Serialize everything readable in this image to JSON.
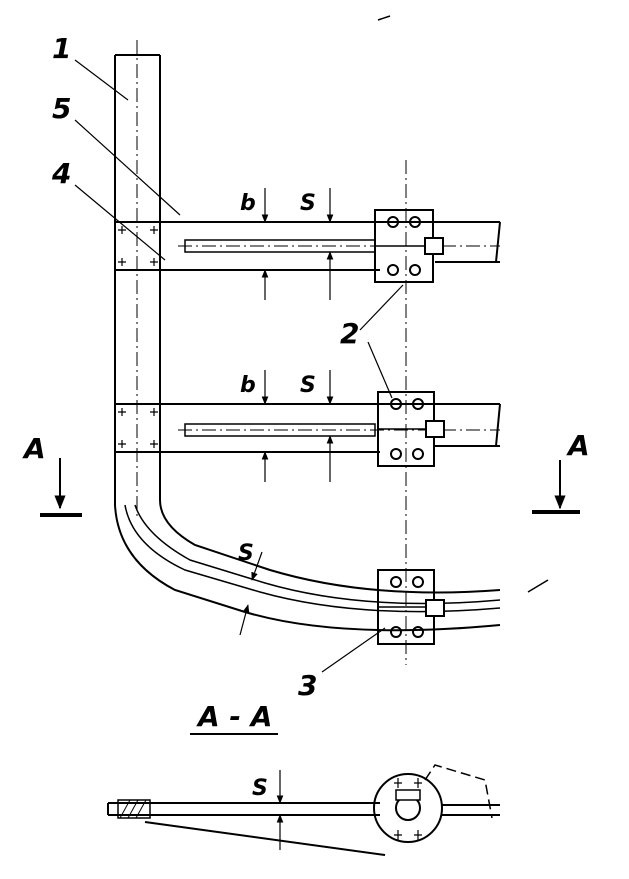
{
  "labels": {
    "part1": "1",
    "part2": "2",
    "part3": "3",
    "part4": "4",
    "part5": "5"
  },
  "dimensions": {
    "b": "b",
    "s": "S"
  },
  "section": {
    "marker": "A",
    "title": "A - A"
  },
  "colors": {
    "ink": "#000000",
    "paper": "#ffffff"
  }
}
